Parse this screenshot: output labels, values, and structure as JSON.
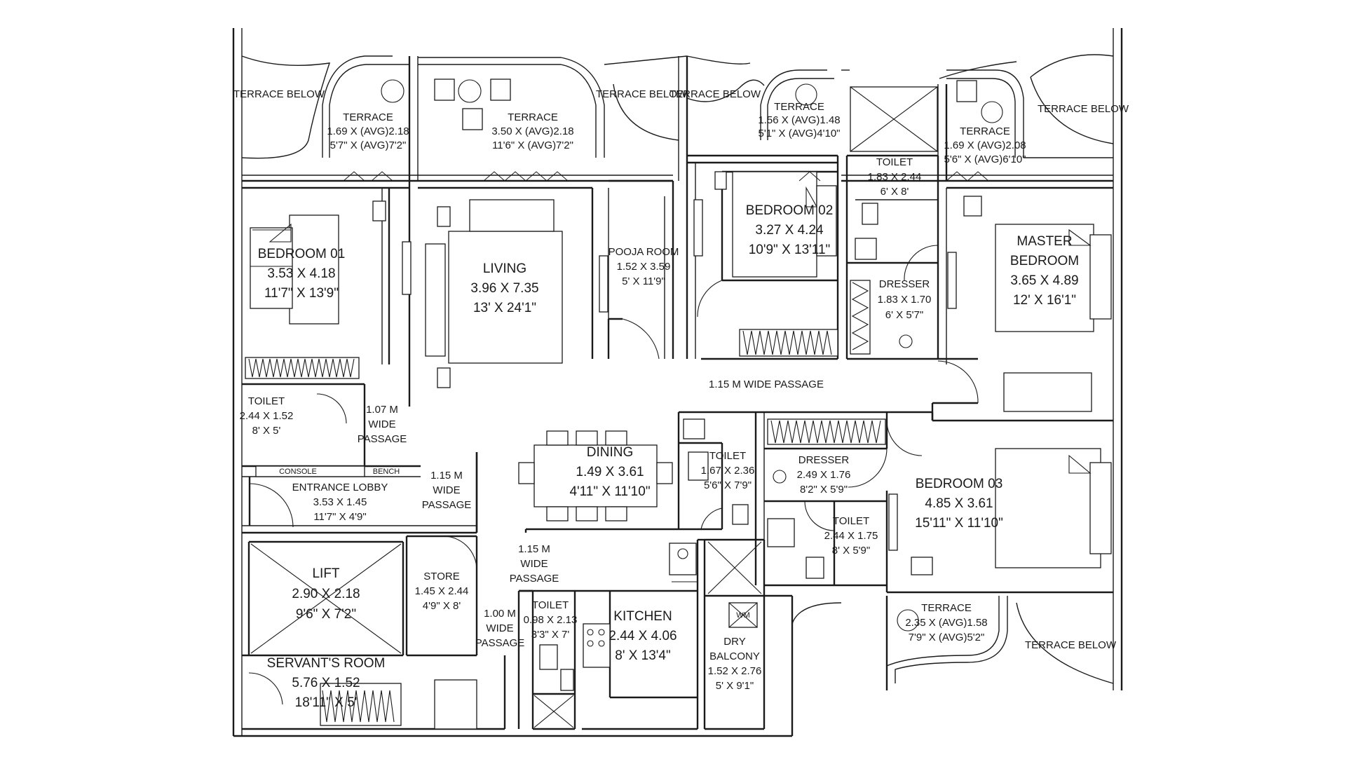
{
  "labels": {
    "terrace_below": "TERRACE BELOW",
    "terrace": "TERRACE",
    "terrace_a_dim_m": "1.69 X (AVG)2.18",
    "terrace_a_dim_ft": "5'7\" X (AVG)7'2\"",
    "terrace_b_dim_m": "3.50 X (AVG)2.18",
    "terrace_b_dim_ft": "11'6\" X (AVG)7'2\"",
    "terrace_c_dim_m": "1.56 X (AVG)1.48",
    "terrace_c_dim_ft": "5'1\" X (AVG)4'10\"",
    "terrace_d_dim_m": "1.69 X (AVG)2.08",
    "terrace_d_dim_ft": "5'6\" X (AVG)6'10\"",
    "terrace_e_dim_m": "2.35 X (AVG)1.58",
    "terrace_e_dim_ft": "7'9\" X (AVG)5'2\"",
    "bedroom01": "BEDROOM 01",
    "bedroom01_m": "3.53 X 4.18",
    "bedroom01_ft": "11'7\" X 13'9\"",
    "living": "LIVING",
    "living_m": "3.96 X 7.35",
    "living_ft": "13' X 24'1\"",
    "pooja": "POOJA ROOM",
    "pooja_m": "1.52 X 3.59",
    "pooja_ft": "5' X 11'9\"",
    "bedroom02": "BEDROOM 02",
    "bedroom02_m": "3.27 X 4.24",
    "bedroom02_ft": "10'9\" X 13'11\"",
    "toilet": "TOILET",
    "toilet_top_m": "1.83 X 2.44",
    "toilet_top_ft": "6' X 8'",
    "dresser": "DRESSER",
    "dresser_top_m": "1.83 X 1.70",
    "dresser_top_ft": "6' X 5'7\"",
    "master1": "MASTER",
    "master2": "BEDROOM",
    "master_m": "3.65 X 4.89",
    "master_ft": "12' X 16'1\"",
    "passage_115_wide": "1.15 M WIDE PASSAGE",
    "toilet_left_m": "2.44 X 1.52",
    "toilet_left_ft": "8' X 5'",
    "passage_107": "1.07 M",
    "wide": "WIDE",
    "passage": "PASSAGE",
    "console": "CONSOLE",
    "bench": "BENCH",
    "entrance": "ENTRANCE LOBBY",
    "entrance_m": "3.53 X 1.45",
    "entrance_ft": "11'7\" X 4'9\"",
    "passage_115": "1.15 M",
    "dining": "DINING",
    "dining_m": "1.49 X 3.61",
    "dining_ft": "4'11\" X 11'10\"",
    "toilet_mid_m": "1.67 X 2.36",
    "toilet_mid_ft": "5'6\" X 7'9\"",
    "dresser_mid_m": "2.49 X 1.76",
    "dresser_mid_ft": "8'2\" X 5'9\"",
    "toilet_b3_m": "2.44 X 1.75",
    "toilet_b3_ft": "8' X 5'9\"",
    "bedroom03": "BEDROOM 03",
    "bedroom03_m": "4.85 X 3.61",
    "bedroom03_ft": "15'11\" X 11'10\"",
    "lift": "LIFT",
    "lift_m": "2.90 X 2.18",
    "lift_ft": "9'6\" X 7'2\"",
    "store": "STORE",
    "store_m": "1.45 X 2.44",
    "store_ft": "4'9\" X 8'",
    "passage_100": "1.00 M",
    "toilet_small_m": "0.98 X 2.13",
    "toilet_small_ft": "3'3\" X 7'",
    "kitchen": "KITCHEN",
    "kitchen_m": "2.44 X 4.06",
    "kitchen_ft": "8' X 13'4\"",
    "wm": "WM",
    "dry": "DRY",
    "balcony": "BALCONY",
    "dry_m": "1.52 X 2.76",
    "dry_ft": "5' X 9'1\"",
    "servant": "SERVANT'S ROOM",
    "servant_m": "5.76 X 1.52",
    "servant_ft": "18'11\" X 5'"
  }
}
